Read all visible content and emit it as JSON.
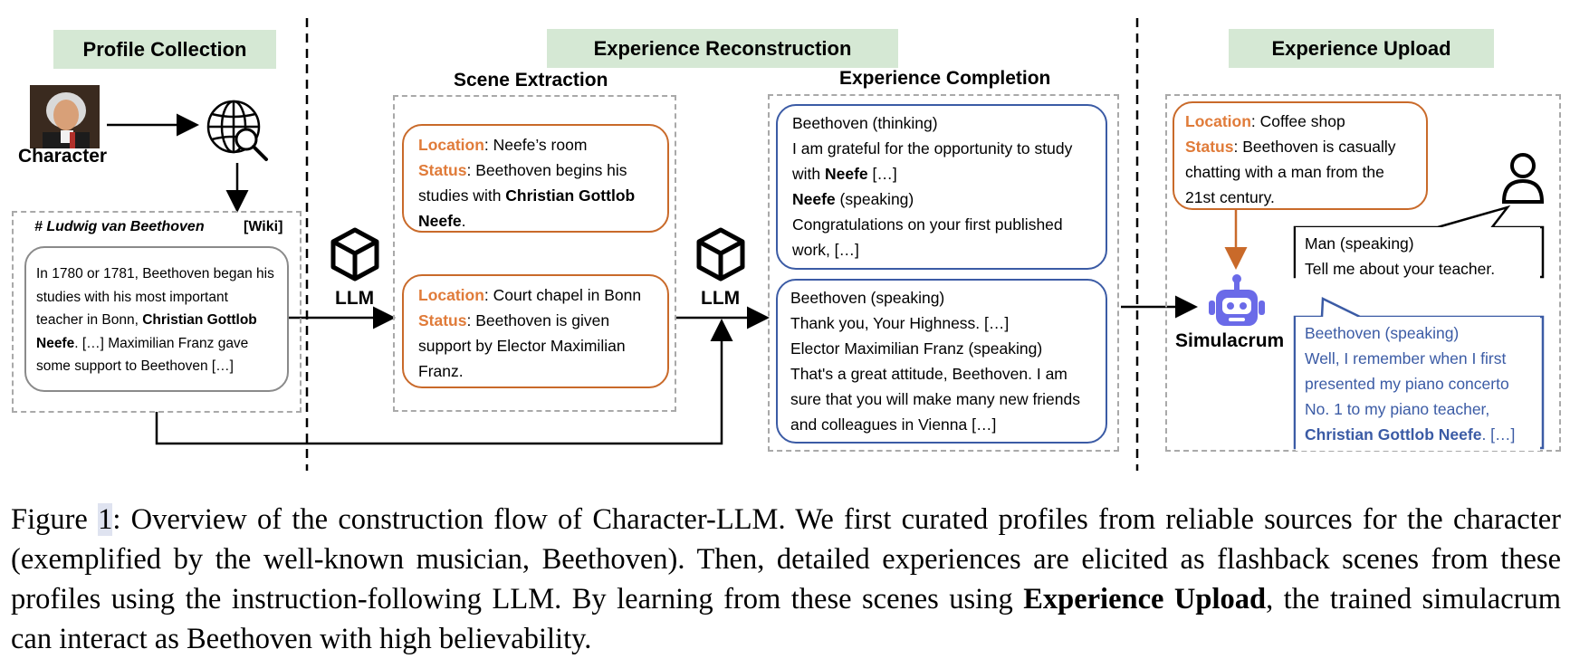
{
  "headers": {
    "profile_collection": "Profile Collection",
    "experience_reconstruction": "Experience Reconstruction",
    "experience_upload": "Experience Upload"
  },
  "sublabels": {
    "scene_extraction": "Scene Extraction",
    "experience_completion": "Experience Completion"
  },
  "profile": {
    "character_label": "Character",
    "wiki_title": "# Ludwig van Beethoven",
    "wiki_tag": "[Wiki]",
    "text_1": "In 1780 or 1781, Beethoven began his studies with his most important teacher in Bonn, ",
    "text_bold": "Christian Gottlob Neefe",
    "text_2": ". […] Maximilian Franz gave some support to Beethoven […]"
  },
  "llm_label": "LLM",
  "scenes": [
    {
      "location_key": "Location",
      "location": ": Neefe’s room",
      "status_key": "Status",
      "status_1": ": Beethoven begins his studies with ",
      "status_bold": "Christian Gottlob Neefe",
      "status_2": "."
    },
    {
      "location_key": "Location",
      "location": ": Court chapel in Bonn",
      "status_key": "Status",
      "status_1": ": Beethoven is given support by Elector Maximilian Franz.",
      "status_bold": "",
      "status_2": ""
    }
  ],
  "completion": {
    "box1": {
      "l1": "Beethoven (thinking)",
      "l2a": "I am grateful for the opportunity to study with ",
      "l2b": "Neefe",
      "l2c": " […]",
      "l3a": "Neefe",
      "l3b": " (speaking)",
      "l4": "Congratulations on your first published work, […]"
    },
    "box2": {
      "l1": "Beethoven (speaking)",
      "l2": "Thank you, Your Highness. […]",
      "l3": "Elector Maximilian Franz (speaking)",
      "l4": "That's a great attitude, Beethoven. I am sure that you will make many new friends and colleagues in Vienna […]"
    }
  },
  "upload": {
    "location_key": "Location",
    "location": ": Coffee shop",
    "status_key": "Status",
    "status": ": Beethoven is casually chatting with a man from the 21st century.",
    "simulacrum_label": "Simulacrum",
    "man_speaker": "Man (speaking)",
    "man_line": "Tell me about your teacher.",
    "beethoven_speaker": "Beethoven (speaking)",
    "beethoven_line": "Well, I remember when I first presented my piano concerto No. 1 to my piano teacher, ",
    "beethoven_bold": "Christian Gottlob Neefe",
    "beethoven_end": ". […]"
  },
  "caption": {
    "prefix": "Figure ",
    "number": "1",
    "text_1": ": Overview of the construction flow of Character-LLM. We first curated profiles from reliable sources for the character (exemplified by the well-known musician, Beethoven). Then, detailed experiences are elicited as flashback scenes from these profiles using the instruction-following LLM. By learning from these scenes using ",
    "bold": "Experience Upload",
    "text_2": ", the trained simulacrum can interact as Beethoven with high believability."
  },
  "colors": {
    "header_bg": "#d5e8d4",
    "orange": "#c96a2a",
    "blue": "#3b5ba5",
    "grey_dash": "#a9a9a9"
  },
  "icons": [
    "beethoven-portrait",
    "globe-search-icon",
    "cube-icon",
    "robot-icon",
    "person-icon"
  ]
}
